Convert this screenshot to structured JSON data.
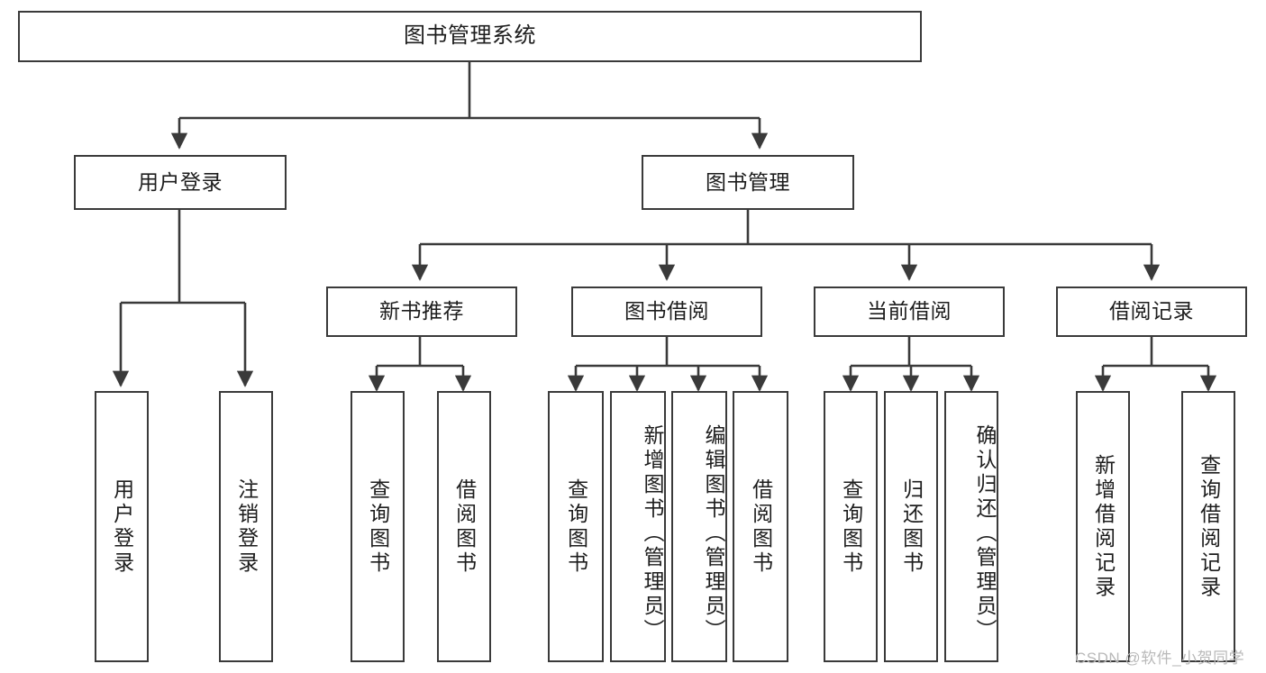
{
  "diagram": {
    "title": "图书管理系统",
    "watermark": "CSDN @软件_小贺同学",
    "stroke_color": "#3a3a3a",
    "text_color": "#1d1d1d",
    "background": "#ffffff",
    "levels": {
      "root": "图书管理系统",
      "level2": [
        "用户登录",
        "图书管理"
      ],
      "level3": [
        "新书推荐",
        "图书借阅",
        "当前借阅",
        "借阅记录"
      ]
    },
    "nodes": {
      "root": {
        "label": "图书管理系统"
      },
      "user_login": {
        "label": "用户登录"
      },
      "book_manage": {
        "label": "图书管理"
      },
      "new_book_rec": {
        "label": "新书推荐"
      },
      "book_borrow": {
        "label": "图书借阅"
      },
      "current_borrow": {
        "label": "当前借阅"
      },
      "borrow_record": {
        "label": "借阅记录"
      },
      "leaf_user_login": {
        "label": "用户登录"
      },
      "leaf_logout": {
        "label": "注销登录"
      },
      "leaf_query_book_1": {
        "label": "查询图书"
      },
      "leaf_borrow_book_1": {
        "label": "借阅图书"
      },
      "leaf_query_book_2": {
        "label": "查询图书"
      },
      "leaf_add_book": {
        "label": "新增图书（管理员）"
      },
      "leaf_edit_book": {
        "label": "编辑图书（管理员）"
      },
      "leaf_borrow_book_2": {
        "label": "借阅图书"
      },
      "leaf_query_book_3": {
        "label": "查询图书"
      },
      "leaf_return_book": {
        "label": "归还图书"
      },
      "leaf_confirm_return": {
        "label": "确认归还（管理员）"
      },
      "leaf_add_record": {
        "label": "新增借阅记录"
      },
      "leaf_query_record": {
        "label": "查询借阅记录"
      }
    }
  }
}
